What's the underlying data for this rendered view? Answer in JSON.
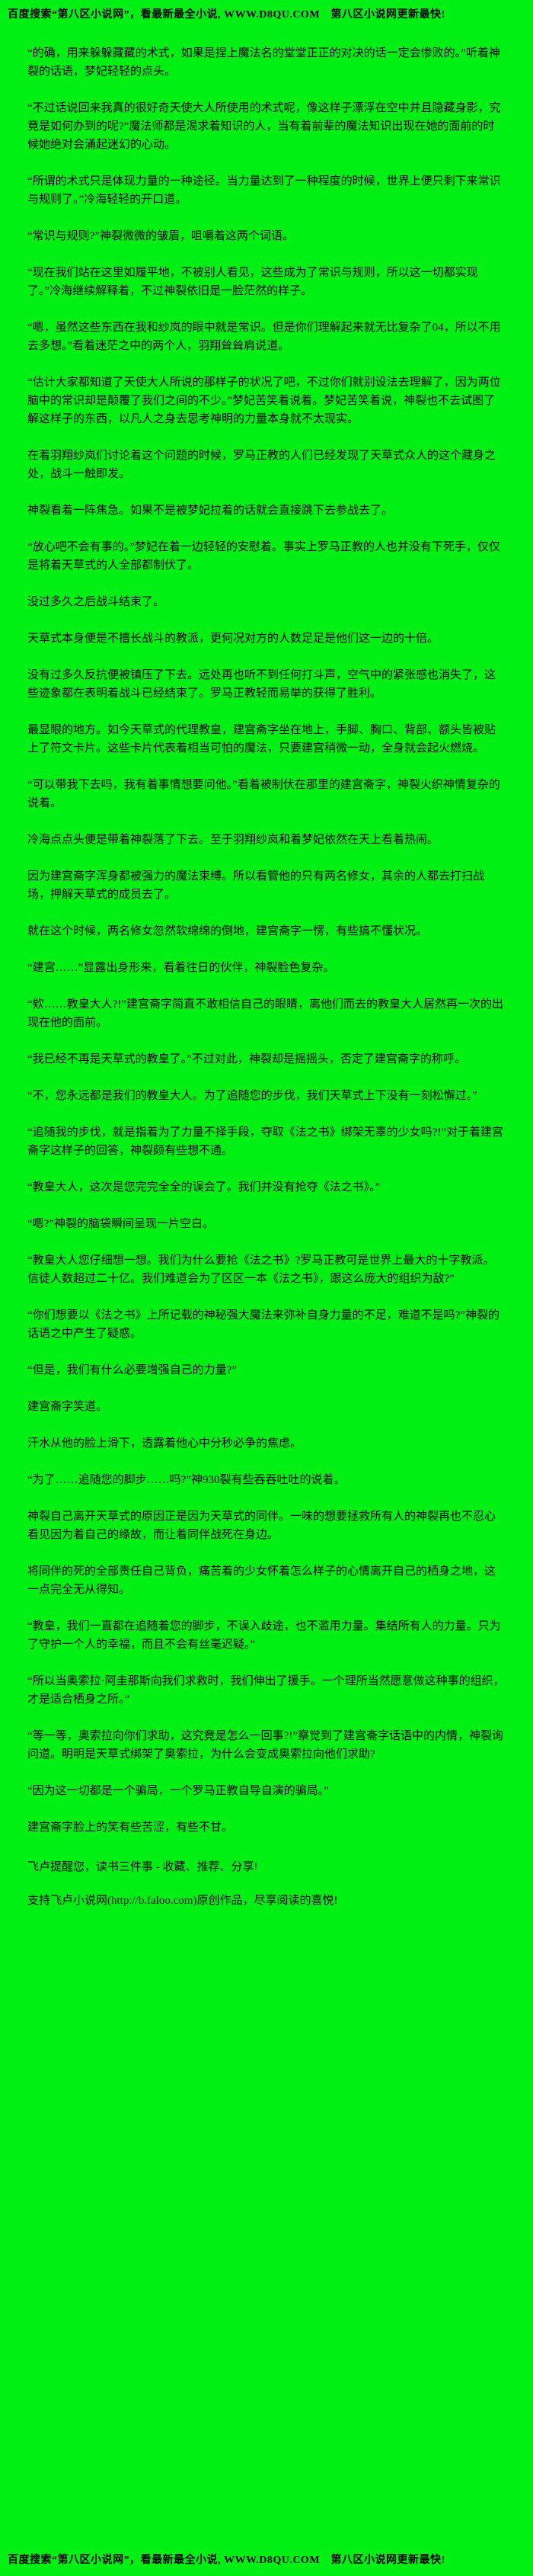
{
  "colors": {
    "background": "#00f014",
    "text": "#000000"
  },
  "header": {
    "text": "百度搜索“第八区小说网”，看最新最全小说, WWW.D8QU.COM　第八区小说网更新最快!"
  },
  "content": {
    "paragraphs": [
      "“的确，用来躲躲藏藏的术式，如果是捏上魔法名的堂堂正正的对决的话一定会惨败的。”听着神裂的话语，梦妃轻轻的点头。",
      "“不过话说回来我真的很好奇天使大人所使用的术式呢，像这样子漂浮在空中并且隐藏身影，究竟是如何办到的呢?”魔法师都是渴求着知识的人，当有着前辈的魔法知识出现在她的面前的时候她绝对会涌起迷幻的心动。",
      "“所谓的术式只是体现力量的一种途径。当力量达到了一种程度的时候，世界上便只剩下来常识与规则了。”冷海轻轻的开口道。",
      "“常识与规则?”神裂微微的皱眉，咀嚼着这两个词语。",
      "“现在我们站在这里如履平地，不被别人看见，这些成为了常识与规则，所以这一切都实现了。”冷海继续解释着，不过神裂依旧是一脸茫然的样子。",
      "“嗯，虽然这些东西在我和纱岚的眼中就是常识。但是你们理解起来就无比复杂了04，所以不用去多想。”看着迷茫之中的两个人，羽翔耸耸肩说道。",
      "“估计大家都知道了天使大人所说的那样子的状况了吧，不过你们就别设法去理解了，因为两位脑中的常识却是颠覆了我们之间的不少。”梦妃苦笑着说着。梦妃苦笑着说，神裂也不去试图了解这样子的东西，以凡人之身去思考神明的力量本身就不太现实。",
      "在着羽翔纱岚们讨论着这个问题的时候，罗马正教的人们已经发现了天草式众人的这个藏身之处，战斗一触即发。",
      "神裂看着一阵焦急。如果不是被梦妃拉着的话就会直接跳下去参战去了。",
      "“放心吧不会有事的。”梦妃在着一边轻轻的安慰着。事实上罗马正教的人也并没有下死手，仅仅是将着天草式的人全部都制伏了。",
      "没过多久之后战斗结束了。",
      "天草式本身便是不擅长战斗的教派，更何况对方的人数足足是他们这一边的十倍。",
      "没有过多久反抗便被镇压了下去。远处再也听不到任何打斗声，空气中的紧张感也消失了，这些迹象都在表明着战斗已经结束了。罗马正教轻而易举的获得了胜利。",
      "最显眼的地方。如今天草式的代理教皇，建宫斋字坐在地上，手脚、胸口、背部、额头皆被贴上了符文卡片。这些卡片代表着相当可怕的魔法，只要建宫稍微一动，全身就会起火燃烧。",
      "“可以带我下去吗，我有着事情想要问他。”看着被制伏在那里的建宫斋字，神裂火织神情复杂的说着。",
      "冷海点点头便是带着神裂落了下去。至于羽翔纱岚和着梦妃依然在天上看着热闹。",
      "因为建宫斋字浑身都被强力的魔法束缚。所以看管他的只有两名修女，其余的人都去打扫战场，押解天草式的成员去了。",
      "就在这个时候，两名修女忽然软绵绵的倒地，建宫斋字一愣，有些搞不懂状况。",
      "“建宫……”显露出身形来，看着往日的伙伴，神裂脸色复杂。",
      "“欸……教皇大人?!”建宫斋字简直不敢相信自己的眼睛，离他们而去的教皇大人居然再一次的出现在他的面前。",
      "“我已经不再是天草式的教皇了。”不过对此，神裂却是摇摇头，否定了建宫斋字的称呼。",
      "“不，您永远都是我们的教皇大人。为了追随您的步伐，我们天草式上下没有一刻松懈过。”",
      "“追随我的步伐，就是指着为了力量不择手段，夺取《法之书》绑架无辜的少女吗?!”对于着建宫斋字这样子的回答，神裂颇有些想不通。",
      "“教皇大人，这次是您完完全全的误会了。我们并没有抢夺《法之书》。”",
      "“嗯?”神裂的脑袋瞬间呈现一片空白。",
      "“教皇大人您仔细想一想。我们为什么要抢《法之书》?罗马正教可是世界上最大的十字教派。信徒人数超过二十亿。我们难道会为了区区一本《法之书》，跟这么庞大的组织为敌?”",
      "“你们想要以《法之书》上所记载的神秘强大魔法来弥补自身力量的不足，难道不是吗?”神裂的话语之中产生了疑惑。",
      "“但是，我们有什么必要增强自己的力量?”",
      "建宫斋字笑道。",
      "汗水从他的脸上滑下，透露着他心中分秒必争的焦虑。",
      "“为了……追随您的脚步……吗?”神930裂有些吞吞吐吐的说着。",
      "神裂自己离开天草式的原因正是因为天草式的同伴。一味的想要拯救所有人的神裂再也不忍心看见因为着自己的缘故，而让着同伴战死在身边。",
      "将同伴的死的全部责任自己背负，痛苦着的少女怀着怎么样子的心情离开自己的栖身之地，这一点完全无从得知。",
      "“教皇，我们一直都在追随着您的脚步，不误入歧途，也不滥用力量。集结所有人的力量。只为了守护一个人的幸福，而且不会有丝毫迟疑。”",
      "“所以当奥索拉·阿圭那斯向我们求救时，我们伸出了援手。一个理所当然愿意做这种事的组织，才是适合栖身之所。”",
      "“等一等，奥索拉向你们求助，这究竟是怎么一回事?!”察觉到了建宫斋字话语中的内情，神裂询问道。明明是天草式绑架了奥索拉，为什么会变成奥索拉向他们求助?",
      "“因为这一切都是一个骗局，一个罗马正教自导自演的骗局。”",
      "建宫斋字脸上的笑有些苦涩，有些不甘。"
    ]
  },
  "footer_notes": {
    "reminder": "飞卢提醒您，读书三件事 - 收藏、推荐、分享!",
    "support": "支持飞卢小说网(http://b.faloo.com)原创作品，尽享阅读的喜悦!"
  },
  "footer": {
    "text": "百度搜索“第八区小说网”，看最新最全小说, WWW.D8QU.COM　第八区小说网更新最快!"
  }
}
